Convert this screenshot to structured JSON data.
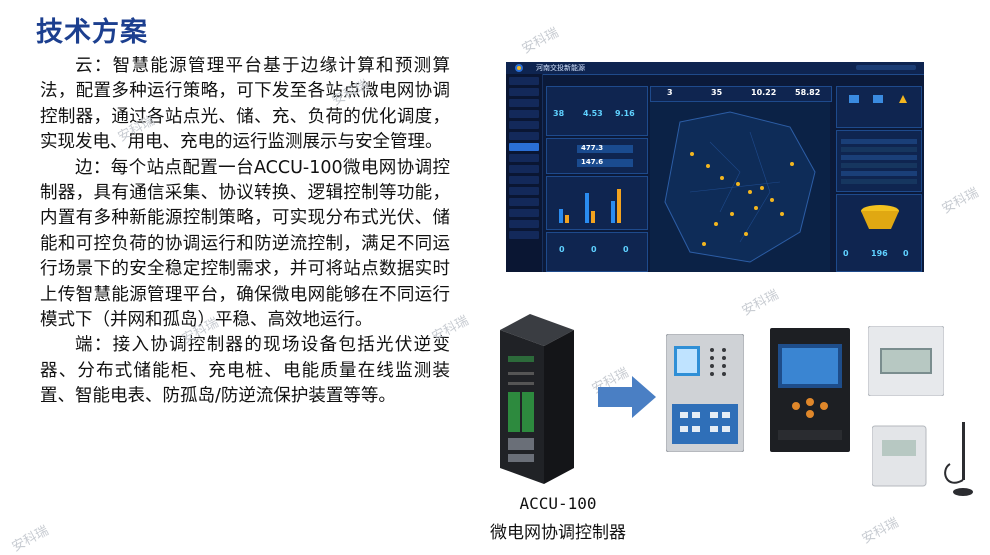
{
  "title": "技术方案",
  "paragraphs": [
    "云：智慧能源管理平台基于边缘计算和预测算法，配置多种运行策略，可下发至各站点微电网协调控制器，通过各站点光、储、充、负荷的优化调度，实现发电、用电、充电的运行监测展示与安全管理。",
    "边：每个站点配置一台ACCU-100微电网协调控制器，具有通信采集、协议转换、逻辑控制等功能，内置有多种新能源控制策略，可实现分布式光伏、储能和可控负荷的协调运行和防逆流控制，满足不同运行场景下的安全稳定控制需求，并可将站点数据实时上传智慧能源管理平台，确保微电网能够在不同运行模式下（并网和孤岛）平稳、高效地运行。",
    "端：接入协调控制器的现场设备包括光伏逆变器、分布式储能柜、充电桩、电能质量在线监测装置、智能电表、防孤岛/防逆流保护装置等等。"
  ],
  "watermark": "安科瑞",
  "dashboard": {
    "title": "河南交投新能源",
    "kpis": [
      "3",
      "35",
      "10.22",
      "58.82"
    ],
    "values": [
      "477.3",
      "147.6"
    ],
    "bottom": [
      "0",
      "196",
      "0"
    ]
  },
  "caption": {
    "model": "ACCU-100",
    "name": "微电网协调控制器"
  },
  "colors": {
    "title": "#1c3f8f",
    "arrow": "#4a7fc4",
    "dashboard_bg": "#0b1a3a"
  }
}
